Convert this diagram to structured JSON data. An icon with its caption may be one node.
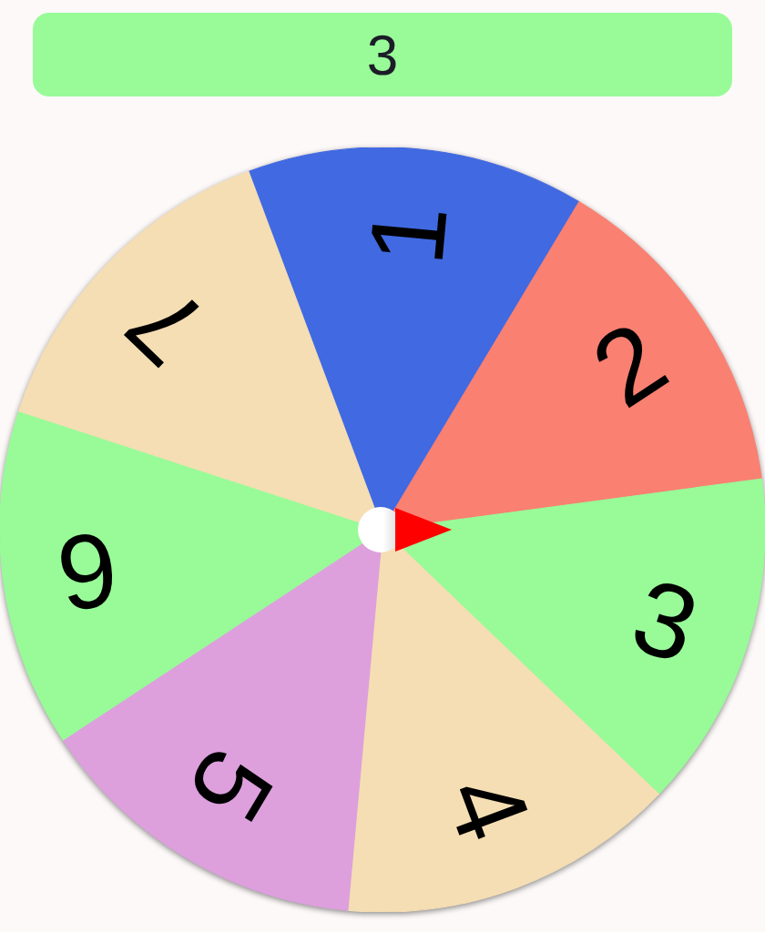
{
  "diagram": {
    "nodes": [
      {
        "text": [
          "3"
        ]
      }
    ],
    "labels": [
      "1",
      "2",
      "3",
      "4",
      "5",
      "6",
      "7"
    ]
  }
}
